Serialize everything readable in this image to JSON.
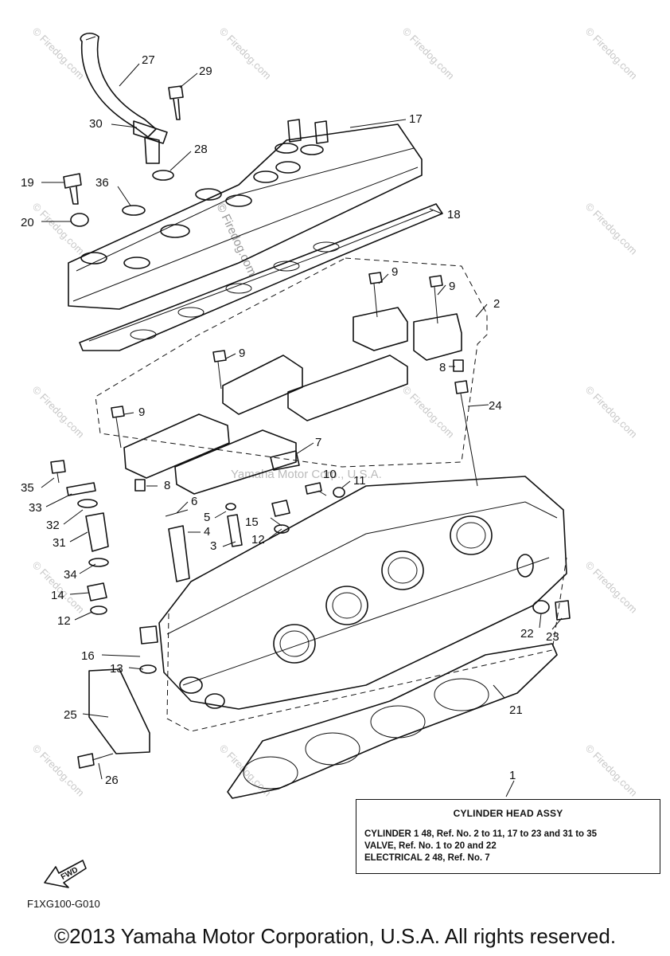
{
  "watermark": "© Firedog.com",
  "inner_watermark": "Yamaha Motor Corp., U.S.A.",
  "diagram_code": "F1XG100-G010",
  "fwd_label": "FWD",
  "info_box": {
    "ref_number": "1",
    "title": "CYLINDER HEAD ASSY",
    "lines": [
      "CYLINDER 1  48, Ref. No. 2 to 11, 17 to 23 and 31 to 35",
      "VALVE, Ref. No. 1 to 20 and 22",
      "ELECTRICAL 2 48, Ref. No. 7"
    ]
  },
  "copyright": "©2013 Yamaha Motor Corporation, U.S.A. All rights reserved.",
  "callouts": [
    "1",
    "2",
    "3",
    "4",
    "5",
    "6",
    "7",
    "8",
    "8",
    "9",
    "9",
    "9",
    "9",
    "10",
    "11",
    "12",
    "12",
    "13",
    "14",
    "15",
    "16",
    "17",
    "18",
    "19",
    "20",
    "21",
    "22",
    "23",
    "24",
    "25",
    "26",
    "27",
    "28",
    "29",
    "30",
    "31",
    "32",
    "33",
    "34",
    "35",
    "36"
  ]
}
